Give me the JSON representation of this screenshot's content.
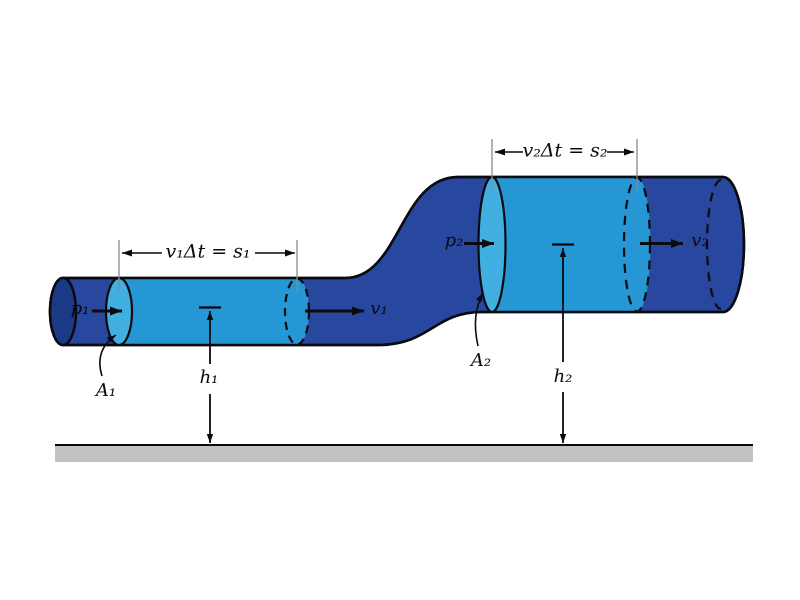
{
  "labels": {
    "segment1_dimension": "v₁Δt = s₁",
    "segment2_dimension": "v₂Δt = s₂",
    "pressure1": "p₁",
    "pressure2": "p₂",
    "velocity1": "v₁",
    "velocity2": "v₂",
    "area1": "A₁",
    "area2": "A₂",
    "height1": "h₁",
    "height2": "h₂"
  },
  "colors": {
    "pipe_body": "#27489E",
    "pipe_end_cap": "#1B3A85",
    "fluid_segment": "#2497D4",
    "fluid_face": "#41AFE0",
    "ground": "#C2C2C2",
    "outline": "#0a0a0f",
    "extension_line": "#8a8a8a",
    "background": "#FFFFFF"
  }
}
